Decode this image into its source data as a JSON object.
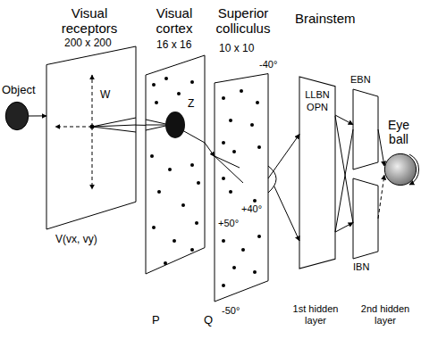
{
  "diagram": {
    "nodes": [
      {
        "text": [
          "Object"
        ]
      },
      {
        "text": [
          "Visual receptors",
          "200 x 200"
        ]
      },
      {
        "text": [
          "Visual cortex",
          "16 x 16"
        ]
      },
      {
        "text": [
          "Superior colliculus",
          "10 x 10"
        ]
      },
      {
        "text": [
          "LLBN",
          "OPN"
        ]
      },
      {
        "text": [
          "EBN"
        ]
      },
      {
        "text": [
          "IBN"
        ]
      },
      {
        "text": [
          "Eye ball"
        ]
      }
    ],
    "edges": [
      {
        "from": 0,
        "to": 1,
        "arrow": "to"
      },
      {
        "from": 1,
        "to": 2,
        "arrow": "none"
      },
      {
        "from": 2,
        "to": 3,
        "arrow": "to"
      },
      {
        "from": 3,
        "to": 4,
        "arrow": "to"
      },
      {
        "from": 4,
        "to": 5,
        "arrow": "to"
      },
      {
        "from": 4,
        "to": 6,
        "arrow": "to"
      },
      {
        "from": 5,
        "to": 7,
        "arrow": "to"
      },
      {
        "from": 6,
        "to": 7,
        "arrow": "to"
      }
    ],
    "labels": [
      "Brainstem",
      "V(vx, vy)",
      "W",
      "Z",
      "-40°",
      "+40°",
      "+50°",
      "-50°",
      "P",
      "Q",
      "1st hidden layer",
      "2nd hidden layer"
    ]
  }
}
